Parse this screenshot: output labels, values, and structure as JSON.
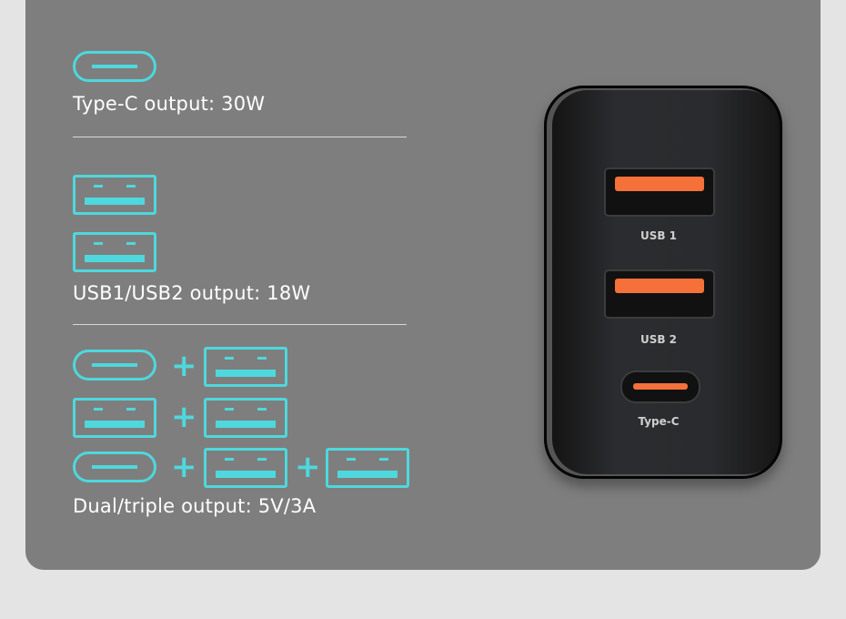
{
  "features": [
    {
      "label": "Type-C output: 30W"
    },
    {
      "label": "USB1/USB2 output: 18W"
    },
    {
      "label": "Dual/triple output: 5V/3A"
    }
  ],
  "plus_symbol": "+",
  "charger": {
    "ports": [
      {
        "label": "USB 1"
      },
      {
        "label": "USB 2"
      },
      {
        "label": "Type-C"
      }
    ]
  },
  "colors": {
    "icon": "#4ed8dd",
    "panel": "#7e7e7e",
    "port_orange": "#f6703a"
  }
}
